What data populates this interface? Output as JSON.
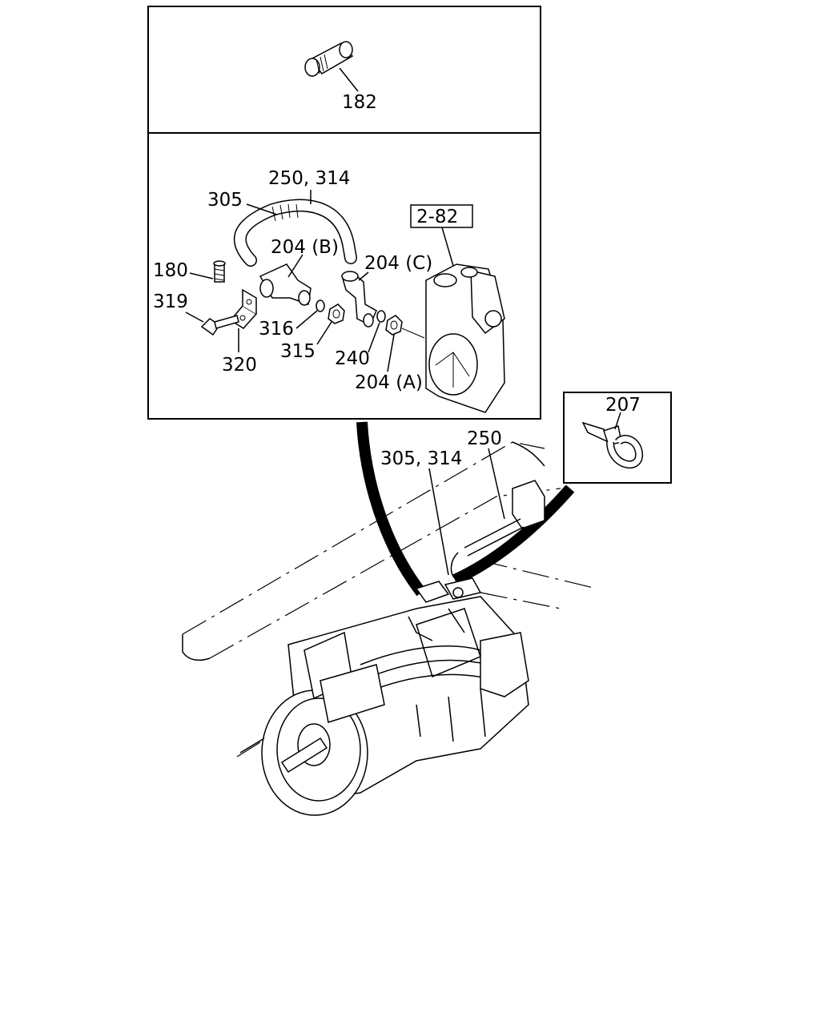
{
  "callouts": {
    "pressure_switch": "182",
    "hose_a": "250, 314",
    "hose_end": "305",
    "tee": "204 (B)",
    "bolt": "180",
    "elbow": "204 (C)",
    "flange_bolt": "319",
    "gasket_316": "316",
    "nut_315": "315",
    "bracket": "320",
    "washer_240": "240",
    "nut_204a": "204 (A)",
    "ref_box": "2-82",
    "clip": "207",
    "hose_b": "305, 314",
    "pipe_250": "250"
  }
}
